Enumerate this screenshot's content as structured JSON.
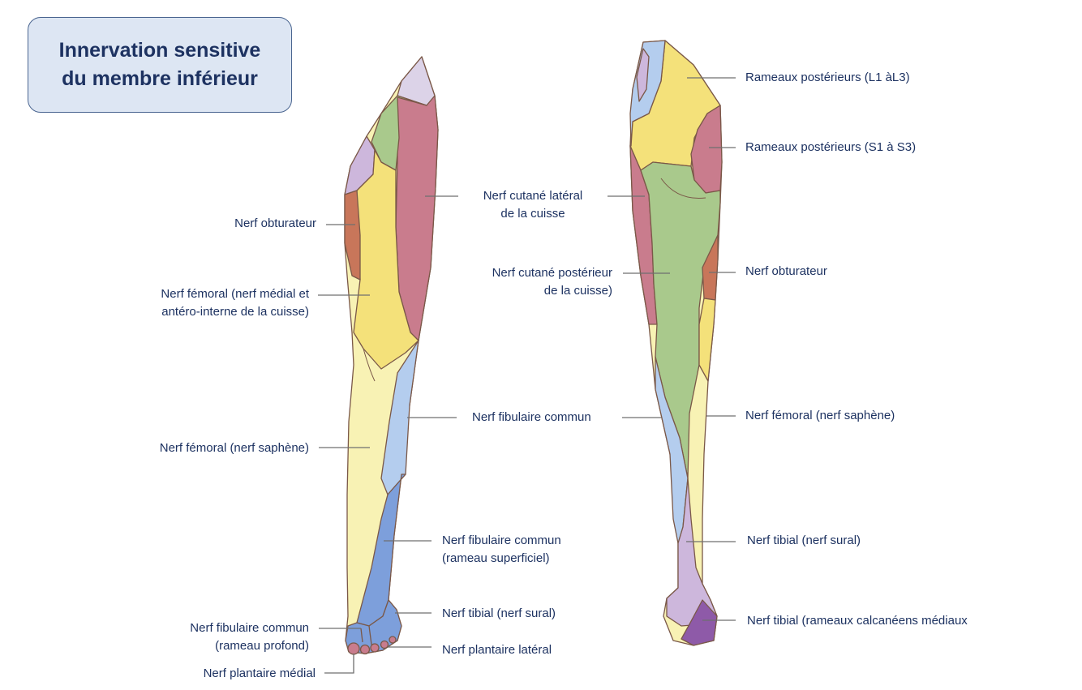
{
  "title": {
    "line1": "Innervation sensitive",
    "line2": "du membre inférieur"
  },
  "anterior_labels": {
    "obturateur": "Nerf obturateur",
    "femoral_medial_1": "Nerf fémoral (nerf médial et",
    "femoral_medial_2": "antéro-interne de la cuisse)",
    "femoral_saphene": "Nerf fémoral (nerf saphène)",
    "fibulaire_profond_1": "Nerf fibulaire commun",
    "fibulaire_profond_2": "(rameau profond)",
    "plantaire_medial": "Nerf plantaire médial",
    "fibulaire_superficiel_1": "Nerf fibulaire commun",
    "fibulaire_superficiel_2": "(rameau superficiel)",
    "tibial_sural": "Nerf tibial (nerf sural)",
    "plantaire_lateral": "Nerf plantaire latéral"
  },
  "middle_labels": {
    "cutane_lateral_1": "Nerf cutané latéral",
    "cutane_lateral_2": "de la cuisse",
    "cutane_posterieur_1": "Nerf cutané postérieur",
    "cutane_posterieur_2": "de la cuisse)",
    "fibulaire_commun": "Nerf fibulaire commun"
  },
  "posterior_labels": {
    "rameaux_l1_l3": "Rameaux postérieurs (L1 àL3)",
    "rameaux_s1_s3": "Rameaux postérieurs (S1 à S3)",
    "obturateur": "Nerf obturateur",
    "femoral_saphene": "Nerf fémoral (nerf saphène)",
    "tibial_sural": "Nerf tibial (nerf sural)",
    "tibial_calcaneens": "Nerf tibial (rameaux calcanéens médiaux"
  },
  "colors": {
    "yellow": "#f4e17a",
    "pale_yellow": "#f8f2b4",
    "rose": "#c97c8d",
    "green": "#a9c98c",
    "light_blue": "#b4cdee",
    "blue": "#7d9fdb",
    "lavender": "#cdb7dc",
    "purple": "#8e5aa8",
    "brown": "#c8765a",
    "outline": "#7a5848",
    "text": "#1d3261"
  }
}
